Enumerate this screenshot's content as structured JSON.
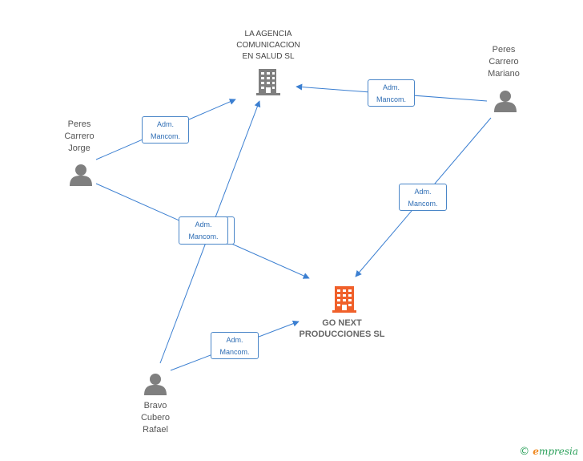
{
  "colors": {
    "edge": "#3b7fd1",
    "person": "#7f7f7f",
    "company_grey": "#7f7f7f",
    "company_main": "#f0602a"
  },
  "nodes": {
    "agencia": {
      "lines": [
        "LA AGENCIA",
        "COMUNICACION",
        "EN SALUD SL"
      ],
      "icon": "building-icon"
    },
    "gonext": {
      "lines": [
        "GO NEXT",
        "PRODUCCIONES SL"
      ],
      "icon": "building-icon"
    },
    "jorge": {
      "lines": [
        "Peres",
        "Carrero",
        "Jorge"
      ],
      "icon": "person-icon"
    },
    "mariano": {
      "lines": [
        "Peres",
        "Carrero",
        "Mariano"
      ],
      "icon": "person-icon"
    },
    "rafael": {
      "lines": [
        "Bravo",
        "Cubero",
        "Rafael"
      ],
      "icon": "person-icon"
    }
  },
  "edge_labels": {
    "jorge_agencia": [
      "Adm.",
      "Mancom."
    ],
    "mariano_agencia": [
      "Adm.",
      "Mancom."
    ],
    "jorge_rafael_shared": [
      "Adm.",
      "Mancom."
    ],
    "mariano_gonext": [
      "Adm.",
      "Mancom."
    ],
    "rafael_gonext": [
      "Adm.",
      "Mancom."
    ]
  },
  "footer": {
    "copyright": "©",
    "brand_initial": "e",
    "brand_rest": "mpresia"
  }
}
